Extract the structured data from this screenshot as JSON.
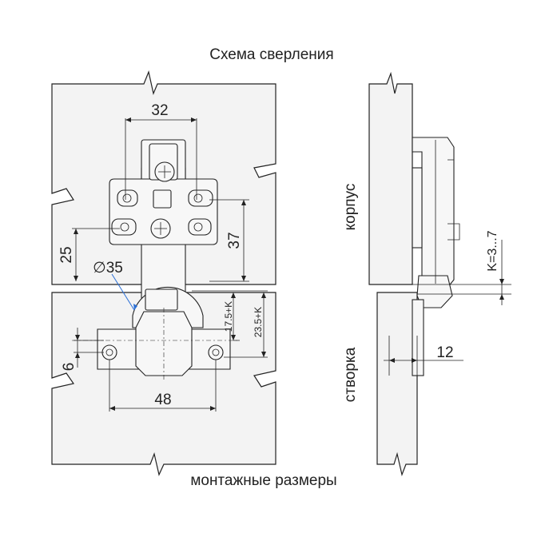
{
  "titles": {
    "drilling_scheme": "Схема сверления",
    "mounting_dimensions": "монтажные размеры"
  },
  "labels": {
    "cabinet": "корпус",
    "door": "створка"
  },
  "dimensions": {
    "plate_width": "32",
    "plate_height": "37",
    "plate_offset": "25",
    "cup_diameter": "∅35",
    "door_offset_1": "17.5+K",
    "door_offset_2": "23.5+K",
    "screw_offset": "6",
    "screw_spacing": "48",
    "k_value": "K=3...7",
    "cup_depth": "12"
  },
  "colors": {
    "line": "#222222",
    "panel_fill": "#f3f3f3",
    "leader_blue": "#2a6fd6"
  }
}
